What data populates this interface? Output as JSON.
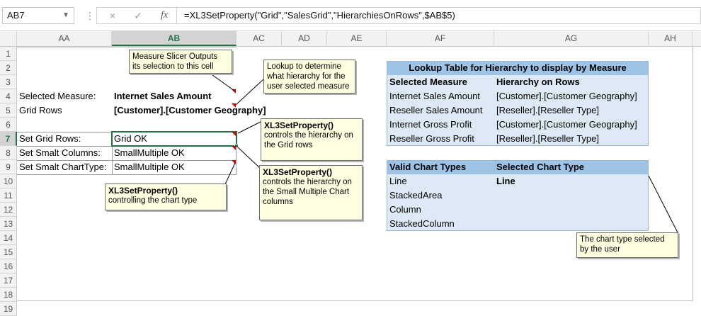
{
  "namebox": {
    "value": "AB7"
  },
  "formula_bar": {
    "cancel_icon": "×",
    "enter_icon": "✓",
    "fx_icon": "fx",
    "formula": "=XL3SetProperty(\"Grid\",\"SalesGrid\",\"HierarchiesOnRows\",$AB$5)"
  },
  "columns": [
    "AA",
    "AB",
    "AC",
    "AD",
    "AE",
    "AF",
    "AG",
    "AH"
  ],
  "rows": [
    "1",
    "2",
    "3",
    "4",
    "5",
    "6",
    "7",
    "8",
    "9",
    "10",
    "11",
    "12",
    "13",
    "14",
    "15",
    "16",
    "17",
    "18",
    "19"
  ],
  "cells": {
    "aa4": "Selected Measure:",
    "ab4": "Internet Sales Amount",
    "aa5": "Grid Rows",
    "ab5": "[Customer].[Customer Geography]",
    "aa7": "Set Grid Rows:",
    "ab7": "Grid OK",
    "aa8": "Set Smalt Columns:",
    "ab8": "SmallMultiple OK",
    "aa9": "Set Smalt ChartType:",
    "ab9": "SmallMultiple OK"
  },
  "lookup_table": {
    "title": "Lookup Table for Hierarchy to display by Measure",
    "headers": [
      "Selected Measure",
      "Hierarchy on Rows"
    ],
    "rows": [
      [
        "Internet Sales Amount",
        "[Customer].[Customer Geography]"
      ],
      [
        "Reseller Sales Amount",
        "[Reseller].[Reseller Type]"
      ],
      [
        "Internet Gross Profit",
        "[Customer].[Customer Geography]"
      ],
      [
        "Reseller Gross Profit",
        "[Reseller].[Reseller Type]"
      ]
    ]
  },
  "chart_table": {
    "headers": [
      "Valid Chart Types",
      "Selected Chart Type"
    ],
    "items": [
      "Line",
      "StackedArea",
      "Column",
      "StackedColumn"
    ],
    "selected": "Line"
  },
  "comments": {
    "c1": {
      "line1": "Measure Slicer Outputs",
      "line2": "its selection to this cell"
    },
    "c2": {
      "line1": "Lookup to determine",
      "line2": "what hierarchy for the",
      "line3": "user selected measure"
    },
    "c3": {
      "title": "XL3SetProperty()",
      "line1": "controls the hierarchy on",
      "line2": "the Grid rows"
    },
    "c4": {
      "title": "XL3SetProperty()",
      "line1": "controls the hierarchy on",
      "line2": "the Small Multiple Chart",
      "line3": "columns"
    },
    "c5": {
      "title": "XL3SetProperty()",
      "line1": "controlling the chart type"
    },
    "c6": {
      "line1": "The chart type selected",
      "line2": "by the user"
    }
  },
  "colors": {
    "accent": "#217346",
    "table_header": "#9dc3e6",
    "table_body": "#dde9f5",
    "comment_bg": "#ffffe1",
    "comment_marker": "#d40000"
  }
}
